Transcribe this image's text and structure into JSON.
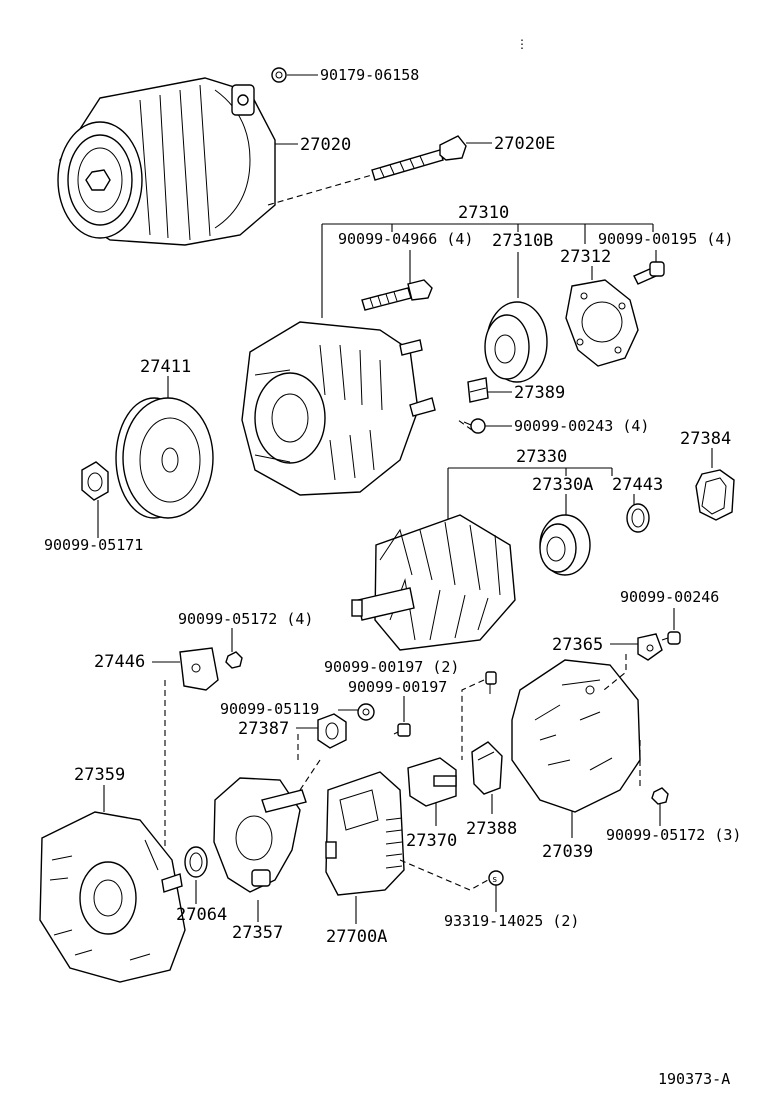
{
  "diagram": {
    "figure_id": "190373-A",
    "labels": {
      "p90179_06158": "90179-06158",
      "p27020": "27020",
      "p27020E": "27020E",
      "p27310": "27310",
      "p90099_04966": "90099-04966 (4)",
      "p27310B": "27310B",
      "p90099_00195": "90099-00195 (4)",
      "p27312": "27312",
      "p27411": "27411",
      "p27389": "27389",
      "p90099_00243": "90099-00243 (4)",
      "p27384": "27384",
      "p27330": "27330",
      "p27330A": "27330A",
      "p27443": "27443",
      "p90099_05171": "90099-05171",
      "p90099_00246": "90099-00246",
      "p90099_05172_4": "90099-05172 (4)",
      "p27365": "27365",
      "p27446": "27446",
      "p90099_00197_2": "90099-00197 (2)",
      "p90099_00197": "90099-00197",
      "p90099_05119": "90099-05119",
      "p27387": "27387",
      "p27359": "27359",
      "p27370": "27370",
      "p27388": "27388",
      "p27039": "27039",
      "p90099_05172_3": "90099-05172 (3)",
      "p27064": "27064",
      "p27357": "27357",
      "p27700A": "27700A",
      "p93319_14025": "93319-14025 (2)"
    }
  }
}
